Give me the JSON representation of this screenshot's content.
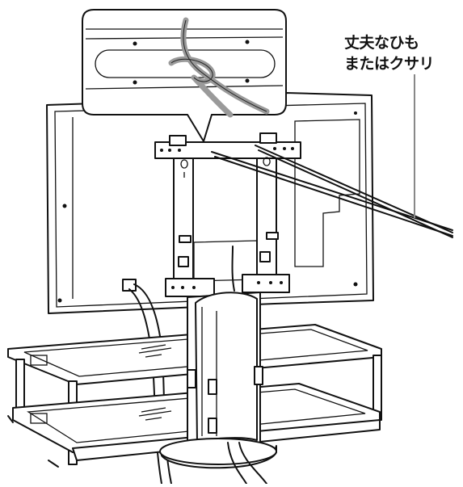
{
  "callout": {
    "line1": "丈夫なひも",
    "line2": "またはクサリ"
  },
  "colors": {
    "line": "#111111",
    "fill": "#ffffff",
    "cord_gray": "#9a9a9a",
    "leader_gray": "#888888"
  },
  "icons": {
    "detail_zoom": "magnified-knot-detail"
  }
}
